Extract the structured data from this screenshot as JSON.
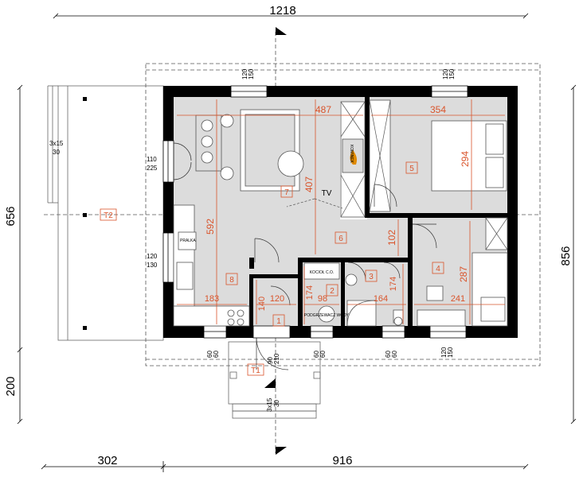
{
  "colors": {
    "wall": "#000000",
    "floor": "#dcdcdc",
    "accent": "#d9542b",
    "dashed": "#555555"
  },
  "dimensions": {
    "overall_width": "1218",
    "overall_height": "856",
    "terrace_height": "656",
    "entrance_height": "200",
    "bottom_left": "302",
    "bottom_right": "916"
  },
  "window_labels": {
    "w120": "120",
    "w150": "150",
    "w110": "110",
    "w225": "225",
    "w130": "130",
    "w60": "60"
  },
  "door_labels": {
    "d90": "90",
    "d210": "210"
  },
  "step_labels": {
    "steps": "3x15",
    "steps_depth": "30"
  },
  "room_dims": {
    "r487": "487",
    "r354": "354",
    "r407": "407",
    "r294": "294",
    "r592": "592",
    "r102": "102",
    "r287": "287",
    "r183": "183",
    "r140": "140",
    "r120": "120",
    "r174a": "174",
    "r98": "98",
    "r164": "164",
    "r174b": "174",
    "r241": "241"
  },
  "rooms": [
    "1",
    "2",
    "3",
    "4",
    "5",
    "6",
    "7",
    "8"
  ],
  "outdoor_zones": [
    "T1",
    "T2"
  ],
  "labels": {
    "tv": "TV",
    "laundry": "PRALKA",
    "fireplace": "KOMINEK",
    "boiler": "KOCIOŁ C.O.",
    "heater": "PODGRZEWACZ WODY"
  }
}
